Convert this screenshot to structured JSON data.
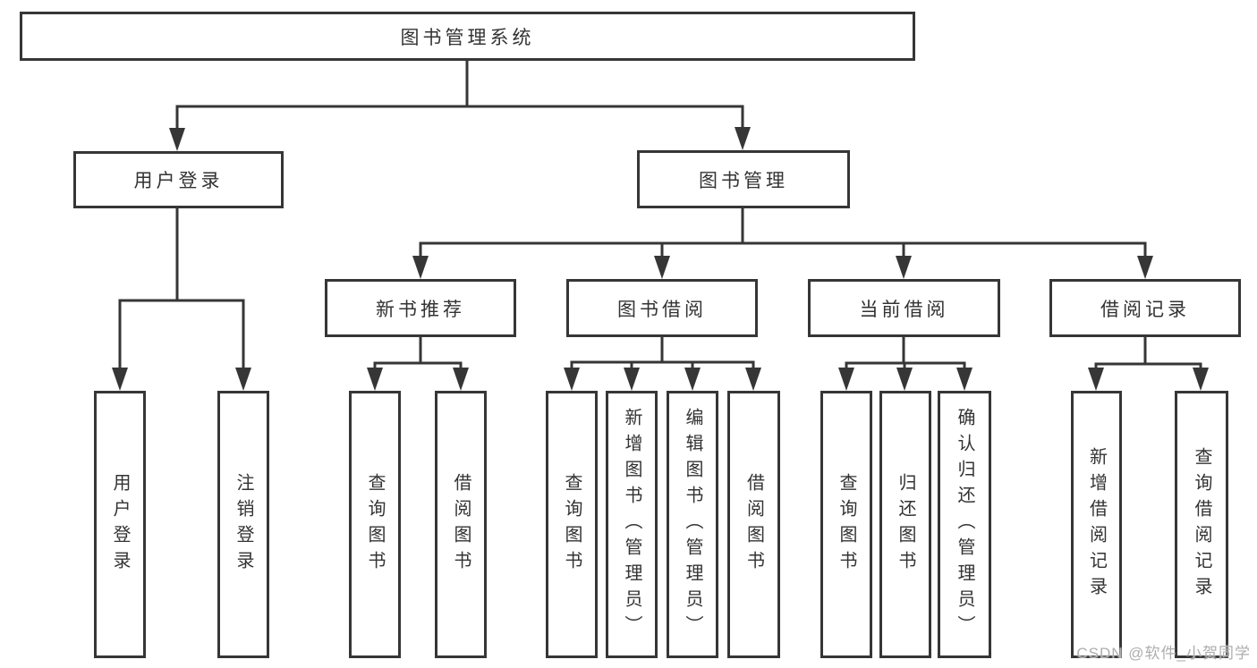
{
  "tree": {
    "root": {
      "label": "图书管理系统"
    },
    "branches": [
      {
        "label": "用户登录",
        "children": [
          {
            "label": "用户登录"
          },
          {
            "label": "注销登录"
          }
        ]
      },
      {
        "label": "图书管理",
        "sections": [
          {
            "label": "新书推荐",
            "children": [
              {
                "label": "查询图书"
              },
              {
                "label": "借阅图书"
              }
            ]
          },
          {
            "label": "图书借阅",
            "children": [
              {
                "label": "查询图书"
              },
              {
                "label": "新增图书（管理员）"
              },
              {
                "label": "编辑图书（管理员）"
              },
              {
                "label": "借阅图书"
              }
            ]
          },
          {
            "label": "当前借阅",
            "children": [
              {
                "label": "查询图书"
              },
              {
                "label": "归还图书"
              },
              {
                "label": "确认归还（管理员）"
              }
            ]
          },
          {
            "label": "借阅记录",
            "children": [
              {
                "label": "新增借阅记录"
              },
              {
                "label": "查询借阅记录"
              }
            ]
          }
        ]
      }
    ]
  },
  "watermark": {
    "text": "CSDN @软件_小贺同学"
  },
  "colors": {
    "line": "#363636",
    "text": "#333333",
    "watermark": "#aeaeae",
    "background": "#ffffff"
  }
}
